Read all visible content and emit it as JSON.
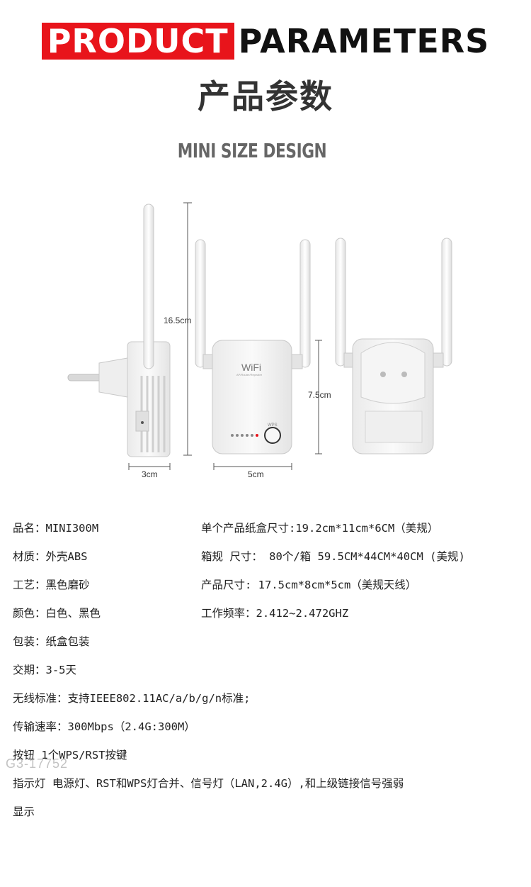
{
  "header": {
    "title_red": "PRODUCT",
    "title_black": "PARAMETERS",
    "subtitle_cn": "产品参数",
    "section_title": "MINI SIZE DESIGN"
  },
  "diagram": {
    "height_label": "16.5cm",
    "side_width_label": "3cm",
    "front_width_label": "5cm",
    "front_height_label": "7.5cm",
    "logo_text": "WiFi",
    "logo_subtext": "AP/Router/Repeater",
    "wps_label": "WPS"
  },
  "specs_left": [
    "品名：MINI300M",
    "材质：外壳ABS",
    "工艺：黑色磨砂",
    "颜色：白色、黑色",
    "包装：纸盒包装",
    "交期：3-5天",
    "无线标准：支持IEEE802.11AC/a/b/g/n标准;",
    "传输速率：300Mbps（2.4G:300M）",
    "按钮 1个WPS/RST按键",
    "指示灯 电源灯、RST和WPS灯合并、信号灯（LAN,2.4G）,和上级链接信号强弱",
    "显示"
  ],
  "specs_right": [
    "单个产品纸盒尺寸:19.2cm*11cm*6CM（美规）",
    "箱规 尺寸： 80个/箱 59.5CM*44CM*40CM (美规)",
    "产品尺寸: 17.5cm*8cm*5cm（美规天线）",
    "工作频率：2.412~2.472GHZ"
  ],
  "watermark": "G3-17752",
  "colors": {
    "accent_red": "#e8141b",
    "device_white": "#f2f2f2",
    "device_edge": "#cfcfcf"
  }
}
